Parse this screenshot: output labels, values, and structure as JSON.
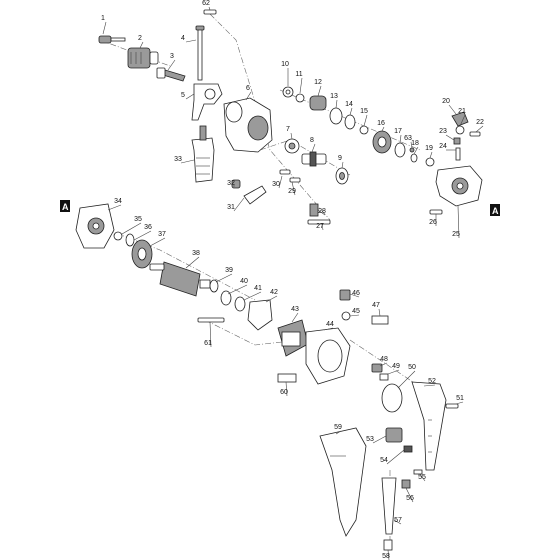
{
  "marker_letter": "A",
  "parts": [
    "1",
    "2",
    "3",
    "4",
    "5",
    "6",
    "7",
    "8",
    "9",
    "10",
    "11",
    "12",
    "13",
    "14",
    "15",
    "16",
    "17",
    "18",
    "19",
    "20",
    "21",
    "22",
    "23",
    "24",
    "25",
    "26",
    "27",
    "28",
    "29",
    "30",
    "31",
    "32",
    "33",
    "34",
    "35",
    "36",
    "37",
    "38",
    "39",
    "40",
    "41",
    "42",
    "43",
    "44",
    "45",
    "46",
    "47",
    "48",
    "49",
    "50",
    "51",
    "52",
    "53",
    "54",
    "55",
    "56",
    "57",
    "58",
    "59",
    "60",
    "61",
    "62",
    "63"
  ]
}
